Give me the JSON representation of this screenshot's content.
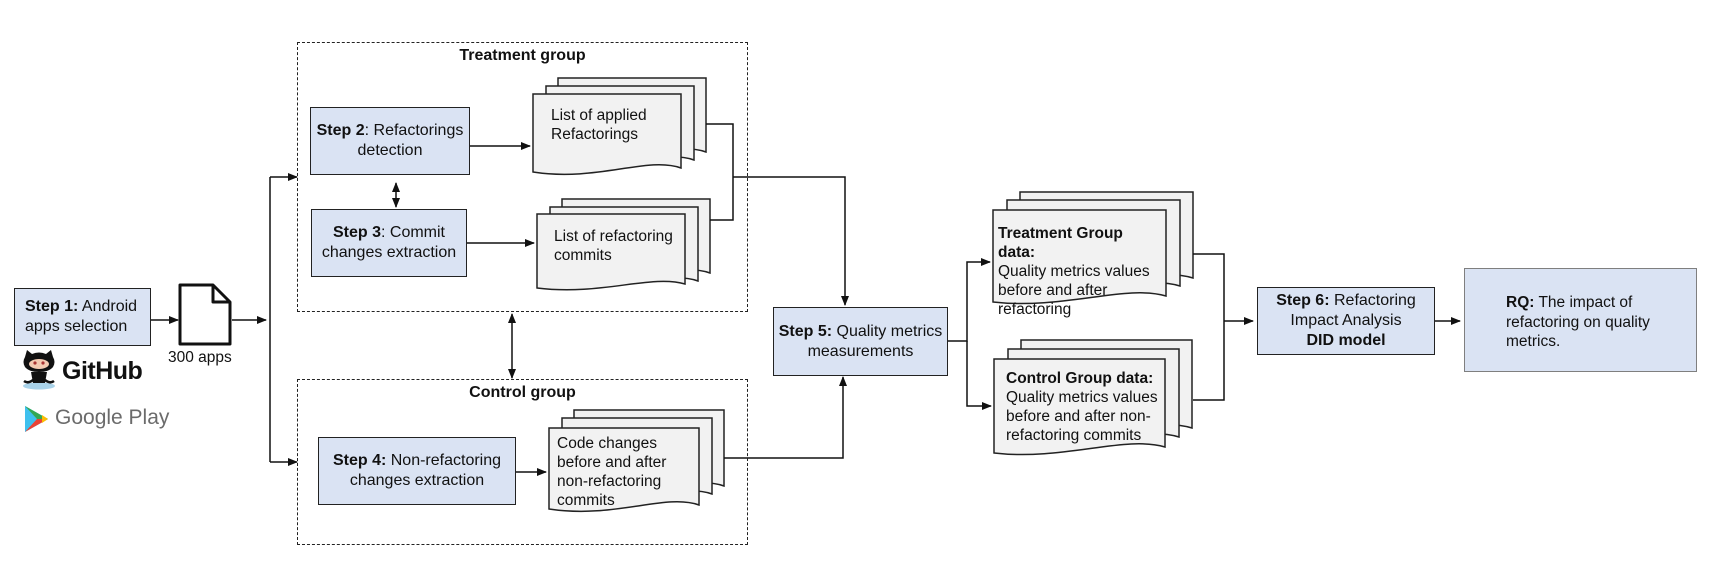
{
  "step1": {
    "bold": "Step 1:",
    "text": "Android apps selection"
  },
  "file_label": "300 apps",
  "logos": {
    "github": "GitHub",
    "google_play": "Google Play"
  },
  "treatment_group": {
    "title": "Treatment group",
    "step2": {
      "bold": "Step 2",
      "text": ": Refactorings detection"
    },
    "step3": {
      "bold": "Step 3",
      "text": ": Commit changes extraction"
    },
    "doc_applied": "List of applied Refactorings",
    "doc_commits": "List of refactoring commits"
  },
  "control_group": {
    "title": "Control group",
    "step4": {
      "bold": "Step 4:",
      "text": "Non-refactoring changes extraction"
    },
    "doc_changes": "Code changes before and after non-refactoring commits"
  },
  "step5": {
    "bold": "Step 5:",
    "text": "Quality metrics measurements"
  },
  "treatment_data": {
    "bold": "Treatment Group data:",
    "text": "Quality metrics values before and after refactoring"
  },
  "control_data": {
    "bold": "Control Group data:",
    "text": "Quality metrics values before and after non-refactoring commits"
  },
  "step6": {
    "bold": "Step 6:",
    "text": "Refactoring Impact Analysis",
    "model": "DID model"
  },
  "rq": {
    "bold": "RQ:",
    "text": "The impact of refactoring on quality metrics."
  },
  "colors": {
    "step_fill": "#dae3f3",
    "doc_fill": "#f2f2f2",
    "stroke": "#222222"
  }
}
